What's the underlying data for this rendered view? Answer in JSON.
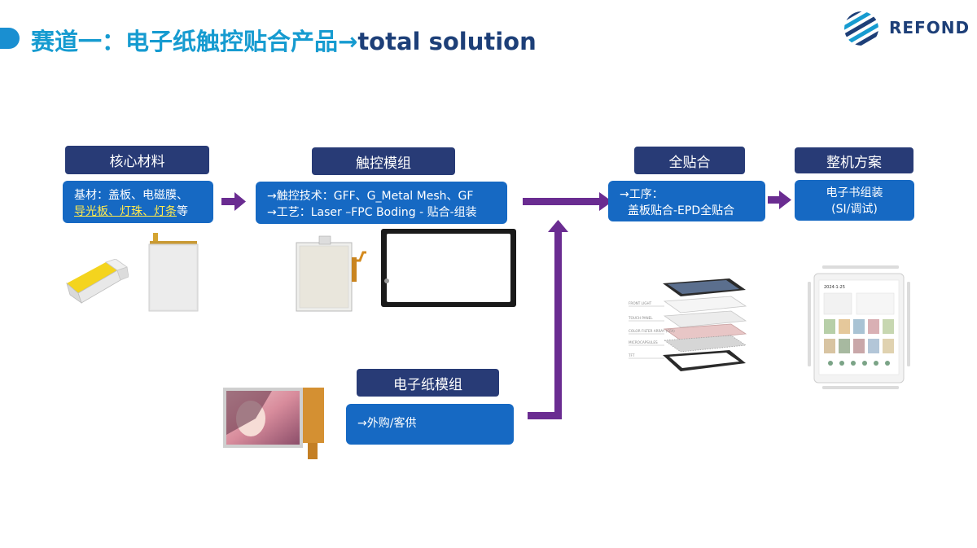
{
  "title": {
    "zh": "赛道一：电子纸触控贴合产品→",
    "en": "total solution"
  },
  "logo": {
    "text": "REFOND"
  },
  "stages": {
    "materials": {
      "header": "核心材料",
      "line1": "基材：盖板、电磁膜、",
      "line2_highlight": "导光板、灯珠、灯条",
      "line2_tail": "等"
    },
    "touch": {
      "header": "触控模组",
      "line1": "→触控技术：GFF、G_Metal Mesh、GF",
      "line2": "→工艺：Laser –FPC Boding - 贴合-组装"
    },
    "lamination": {
      "header": "全贴合",
      "line1": "→工序：",
      "line2": "盖板贴合-EPD全贴合"
    },
    "complete": {
      "header": "整机方案",
      "line1": "电子书组装",
      "line2": "(SI/调试)"
    },
    "epaper": {
      "header": "电子纸模组",
      "line1": "→外购/客供"
    }
  },
  "stack_labels": [
    "FRONT LIGHT",
    "TOUCH PANEL",
    "COLOR FILTER ARRAY (CFA)",
    "MICROCAPSULES",
    "TFT"
  ],
  "device": {
    "date": "2024-1-25"
  },
  "colors": {
    "title_zh": "#169bd0",
    "title_en": "#1d3f78",
    "header_bg": "#283b76",
    "box_bg": "#1669c3",
    "highlight": "#ffe94d",
    "arrow": "#6a2c91"
  }
}
